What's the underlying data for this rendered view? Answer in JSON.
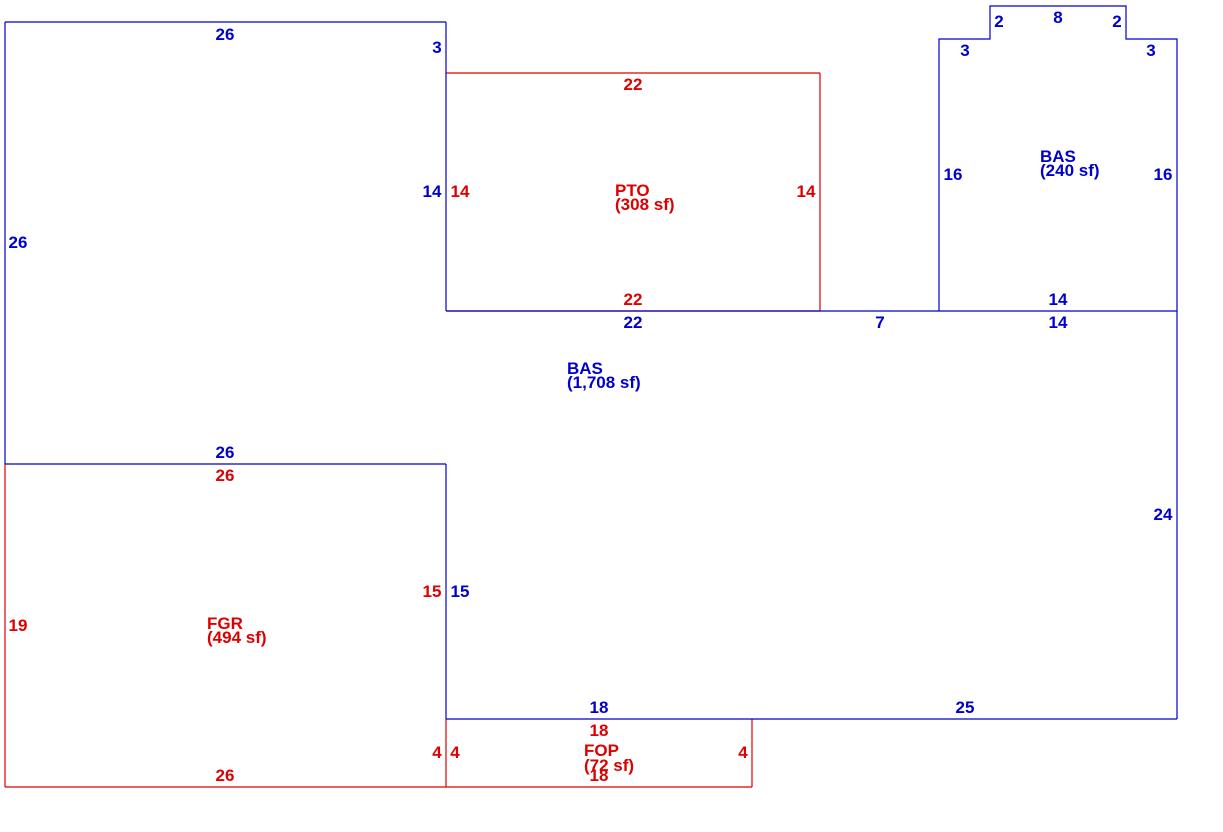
{
  "colors": {
    "living": "#0000cc",
    "other": "#dd0000",
    "background": "#ffffff"
  },
  "areas": {
    "bas_main": {
      "code": "BAS",
      "size": "(1,708 sf)"
    },
    "bas_addition": {
      "code": "BAS",
      "size": "(240 sf)"
    },
    "pto": {
      "code": "PTO",
      "size": "(308 sf)"
    },
    "fgr": {
      "code": "FGR",
      "size": "(494 sf)"
    },
    "fop": {
      "code": "FOP",
      "size": "(72 sf)"
    }
  },
  "dimensions": {
    "bas_top": "26",
    "bas_top_right": "3",
    "bas_left": "26",
    "bas_pto_right": "14",
    "bas_bottom_pto": "22",
    "bas_gap": "7",
    "bas_addition_bottom": "14",
    "bas_right": "24",
    "bas_bottom_right": "25",
    "bas_bottom_fop": "18",
    "bas_fgr_right": "15",
    "bas_fgr_top": "26",
    "pto_top": "22",
    "pto_left": "14",
    "pto_right": "14",
    "pto_bottom": "22",
    "add_left_top": "3",
    "add_step_left": "2",
    "add_top": "8",
    "add_step_right": "2",
    "add_right_top": "3",
    "add_left": "16",
    "add_right": "16",
    "add_bottom": "14",
    "fgr_top": "26",
    "fgr_left": "19",
    "fgr_right": "15",
    "fgr_right_low": "4",
    "fgr_bottom": "26",
    "fop_top": "18",
    "fop_left": "4",
    "fop_right": "4",
    "fop_bottom": "18"
  }
}
